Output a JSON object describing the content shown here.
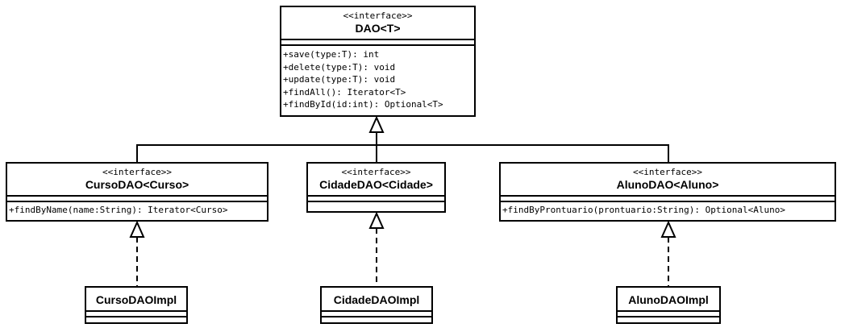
{
  "classes": {
    "dao": {
      "stereotype": "<<interface>>",
      "name": "DAO<T>",
      "operations": [
        "+save(type:T): int",
        "+delete(type:T): void",
        "+update(type:T): void",
        "+findAll(): Iterator<T>",
        "+findById(id:int): Optional<T>"
      ]
    },
    "curso_dao": {
      "stereotype": "<<interface>>",
      "name": "CursoDAO<Curso>",
      "operations": [
        "+findByName(name:String): Iterator<Curso>"
      ]
    },
    "cidade_dao": {
      "stereotype": "<<interface>>",
      "name": "CidadeDAO<Cidade>",
      "operations": []
    },
    "aluno_dao": {
      "stereotype": "<<interface>>",
      "name": "AlunoDAO<Aluno>",
      "operations": [
        "+findByProntuario(prontuario:String): Optional<Aluno>"
      ]
    },
    "curso_impl": {
      "name": "CursoDAOImpl"
    },
    "cidade_impl": {
      "name": "CidadeDAOImpl"
    },
    "aluno_impl": {
      "name": "AlunoDAOImpl"
    }
  },
  "relations": [
    {
      "type": "generalization",
      "from": "CursoDAO<Curso>",
      "to": "DAO<T>"
    },
    {
      "type": "generalization",
      "from": "CidadeDAO<Cidade>",
      "to": "DAO<T>"
    },
    {
      "type": "generalization",
      "from": "AlunoDAO<Aluno>",
      "to": "DAO<T>"
    },
    {
      "type": "realization",
      "from": "CursoDAOImpl",
      "to": "CursoDAO<Curso>"
    },
    {
      "type": "realization",
      "from": "CidadeDAOImpl",
      "to": "CidadeDAO<Cidade>"
    },
    {
      "type": "realization",
      "from": "AlunoDAOImpl",
      "to": "AlunoDAO<Aluno>"
    }
  ],
  "colors": {
    "stroke": "#000000",
    "background": "#ffffff"
  }
}
